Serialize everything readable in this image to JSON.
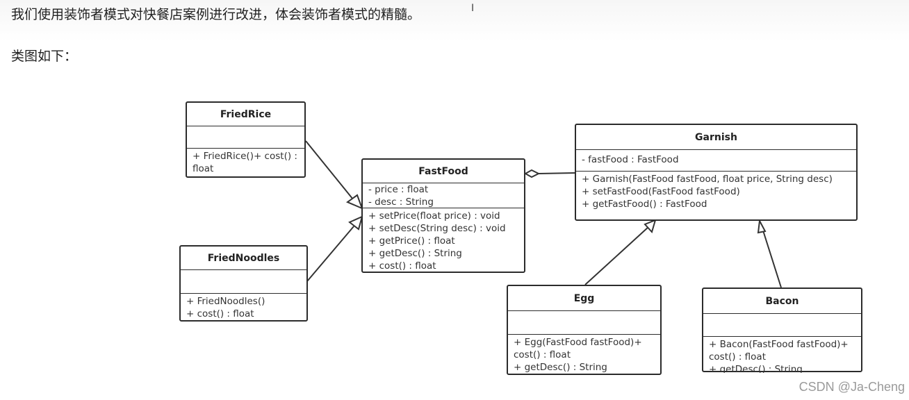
{
  "intro_text": "我们使用装饰者模式对快餐店案例进行改进，体会装饰者模式的精髓。",
  "subheading": "类图如下：",
  "watermark": "CSDN @Ja-Cheng",
  "classes": {
    "fried_rice": {
      "name": "FriedRice",
      "attributes": [],
      "operations": [
        "+ FriedRice()+ cost() : float"
      ]
    },
    "fried_noodles": {
      "name": "FriedNoodles",
      "attributes": [],
      "operations": [
        "+ FriedNoodles()",
        "+ cost() : float"
      ]
    },
    "fast_food": {
      "name": "FastFood",
      "attributes": [
        "- price : float",
        "- desc : String"
      ],
      "operations": [
        "+ setPrice(float price) : void",
        "+ setDesc(String desc) : void",
        "+ getPrice() : float",
        "+ getDesc() : String",
        "+ cost() : float"
      ]
    },
    "garnish": {
      "name": "Garnish",
      "attributes": [
        "- fastFood : FastFood"
      ],
      "operations": [
        "+ Garnish(FastFood fastFood, float price, String desc)",
        "+ setFastFood(FastFood fastFood)",
        "+ getFastFood() : FastFood"
      ]
    },
    "egg": {
      "name": "Egg",
      "attributes": [],
      "operations": [
        "+ Egg(FastFood fastFood)+ cost() : float",
        "+ getDesc() : String"
      ]
    },
    "bacon": {
      "name": "Bacon",
      "attributes": [],
      "operations": [
        "+ Bacon(FastFood fastFood)+ cost() : float",
        "+ getDesc() : String"
      ]
    }
  },
  "relations": [
    {
      "from": "FriedRice",
      "to": "FastFood",
      "type": "generalization"
    },
    {
      "from": "FriedNoodles",
      "to": "FastFood",
      "type": "generalization"
    },
    {
      "from": "Garnish",
      "to": "FastFood",
      "type": "aggregation"
    },
    {
      "from": "Egg",
      "to": "Garnish",
      "type": "generalization"
    },
    {
      "from": "Bacon",
      "to": "Garnish",
      "type": "generalization"
    }
  ]
}
